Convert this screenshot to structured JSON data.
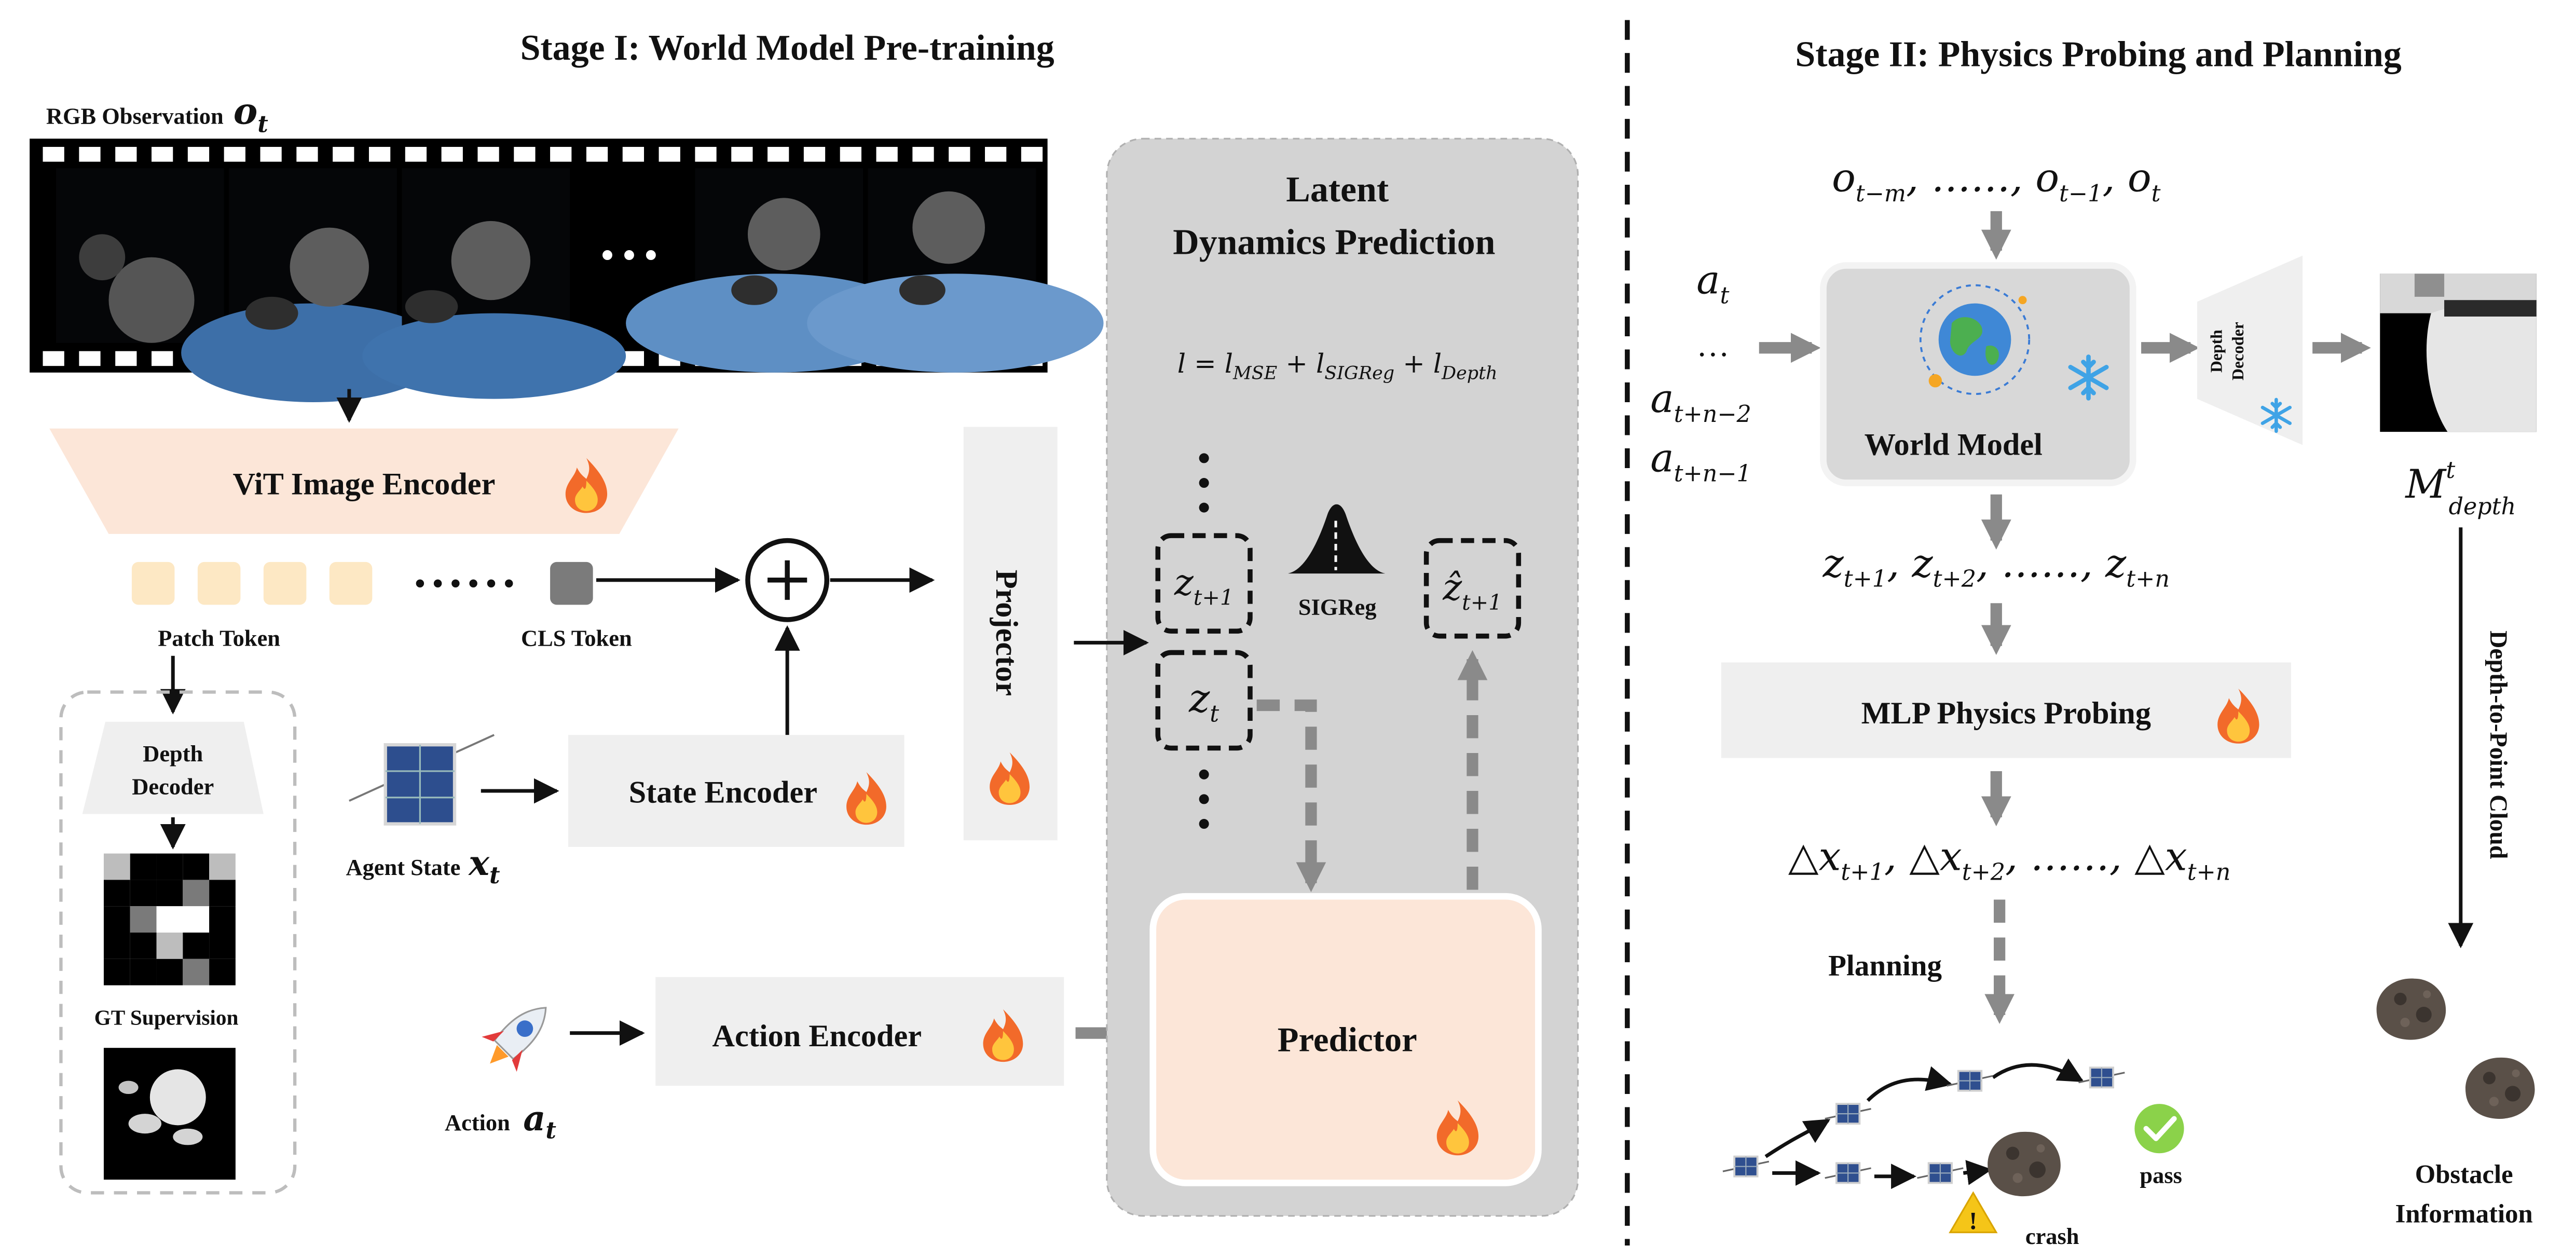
{
  "stage1": {
    "title": "Stage I: World Model Pre-training",
    "rgb_observation": "RGB Observation",
    "rgb_symbol": "o",
    "rgb_symbol_sub": "t",
    "ellipsis": "• • •",
    "vit_encoder": "ViT Image Encoder",
    "patch_token": "Patch Token",
    "cls_token": "CLS Token",
    "token_dots": "• • • • • •",
    "depth_decoder": "Depth\nDecoder",
    "gt_supervision": "GT Supervision",
    "agent_state": "Agent State",
    "agent_state_symbol": "x",
    "agent_state_sub": "t",
    "state_encoder": "State Encoder",
    "projector": "Projector",
    "action": "Action",
    "action_symbol": "a",
    "action_sub": "t",
    "action_encoder": "Action Encoder",
    "latent_title_1": "Latent",
    "latent_title_2": "Dynamics Prediction",
    "loss": "l = l_MSE + l_SIGReg + l_Depth",
    "z_next": "z_{t+1}",
    "z_hat_next": "ẑ_{t+1}",
    "z_t": "z_t",
    "sigreg": "SIGReg",
    "predictor": "Predictor"
  },
  "stage2": {
    "title": "Stage II: Physics Probing and Planning",
    "observations": "o_{t−m}, ……, o_{t−1}, o_t",
    "actions": [
      "a_t",
      "…",
      "a_{t+n−2}",
      "a_{t+n−1}"
    ],
    "world_model": "World Model",
    "depth_decoder": "Depth\nDecoder",
    "depth_map_label": "M^t_depth",
    "latent_seq": "z_{t+1}, z_{t+2}, ……, z_{t+n}",
    "mlp_probing": "MLP Physics Probing",
    "delta_seq": "△x_{t+1}, △x_{t+2}, ……, △x_{t+n}",
    "planning": "Planning",
    "pass_label": "pass",
    "crash_label": "crash",
    "depth_to_point": "Depth-to-Point Cloud",
    "obstacle_1": "Obstacle",
    "obstacle_2": "Information"
  },
  "icons": {
    "fire": "fire-icon",
    "snow": "snowflake-icon",
    "plus": "plus-circle-icon",
    "satellite": "satellite-icon",
    "rocket": "rocket-icon",
    "earth": "earth-icon",
    "asteroid": "asteroid-icon",
    "check": "checkmark-icon",
    "warning": "warning-icon"
  },
  "colors": {
    "vit_fill": "#fce6d8",
    "patch_fill": "#fde8c4",
    "cls_fill": "#7b7b7b",
    "encoder_fill": "#efefef",
    "latent_panel": "#d3d3d3",
    "predictor_fill": "#fce6d8",
    "world_model_fill": "#d8d8d8",
    "gray_arrow": "#8a8a8a"
  }
}
